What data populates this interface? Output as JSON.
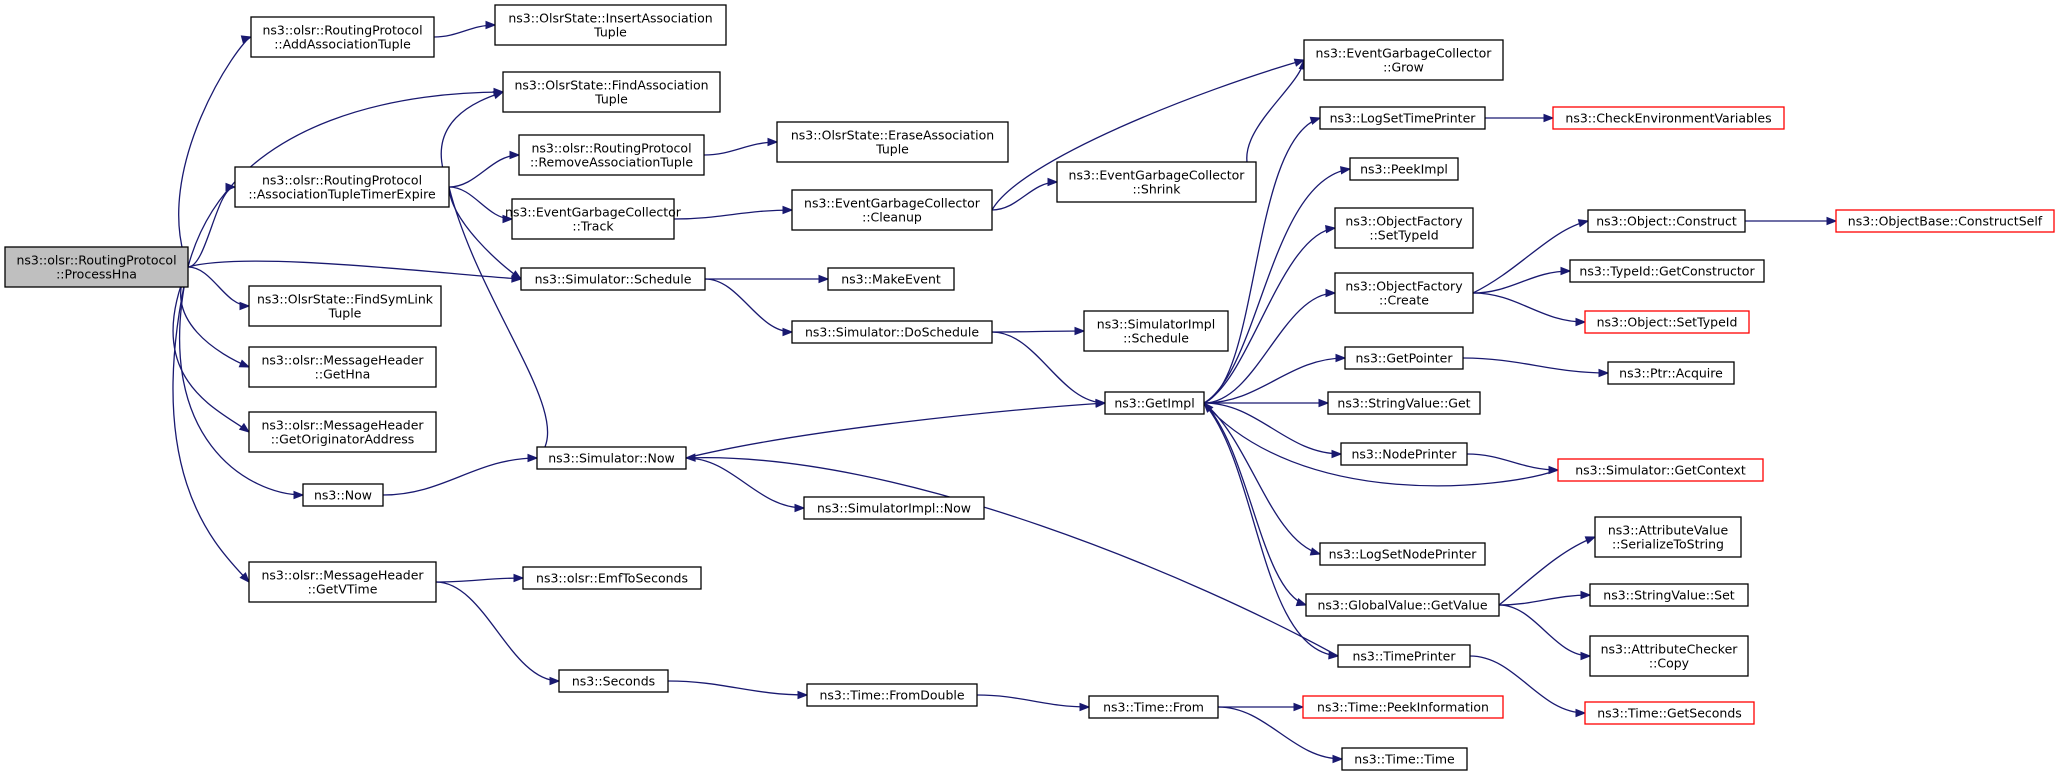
{
  "graph": {
    "title": "",
    "colors": {
      "edge": "#191970",
      "node_border": "#000000",
      "truncated_border": "#ff0000",
      "root_fill": "#bfbfbf",
      "node_fill": "#ffffff"
    },
    "nodes": [
      {
        "id": "process_hna",
        "lines": [
          "ns3::olsr::RoutingProtocol",
          "::ProcessHna"
        ],
        "kind": "root"
      },
      {
        "id": "add_assoc_tuple",
        "lines": [
          "ns3::olsr::RoutingProtocol",
          "::AddAssociationTuple"
        ],
        "kind": "normal"
      },
      {
        "id": "insert_assoc",
        "lines": [
          "ns3::OlsrState::InsertAssociation",
          "Tuple"
        ],
        "kind": "normal"
      },
      {
        "id": "find_assoc",
        "lines": [
          "ns3::OlsrState::FindAssociation",
          "Tuple"
        ],
        "kind": "normal"
      },
      {
        "id": "assoc_timer_expire",
        "lines": [
          "ns3::olsr::RoutingProtocol",
          "::AssociationTupleTimerExpire"
        ],
        "kind": "normal"
      },
      {
        "id": "remove_assoc",
        "lines": [
          "ns3::olsr::RoutingProtocol",
          "::RemoveAssociationTuple"
        ],
        "kind": "normal"
      },
      {
        "id": "erase_assoc",
        "lines": [
          "ns3::OlsrState::EraseAssociation",
          "Tuple"
        ],
        "kind": "normal"
      },
      {
        "id": "egc_track",
        "lines": [
          "ns3::EventGarbageCollector",
          "::Track"
        ],
        "kind": "normal"
      },
      {
        "id": "egc_cleanup",
        "lines": [
          "ns3::EventGarbageCollector",
          "::Cleanup"
        ],
        "kind": "normal"
      },
      {
        "id": "egc_shrink",
        "lines": [
          "ns3::EventGarbageCollector",
          "::Shrink"
        ],
        "kind": "normal"
      },
      {
        "id": "egc_grow",
        "lines": [
          "ns3::EventGarbageCollector",
          "::Grow"
        ],
        "kind": "normal"
      },
      {
        "id": "sim_schedule",
        "lines": [
          "ns3::Simulator::Schedule"
        ],
        "kind": "normal"
      },
      {
        "id": "make_event",
        "lines": [
          "ns3::MakeEvent"
        ],
        "kind": "normal"
      },
      {
        "id": "sim_doschedule",
        "lines": [
          "ns3::Simulator::DoSchedule"
        ],
        "kind": "normal"
      },
      {
        "id": "simimpl_schedule",
        "lines": [
          "ns3::SimulatorImpl",
          "::Schedule"
        ],
        "kind": "normal"
      },
      {
        "id": "find_symlink",
        "lines": [
          "ns3::OlsrState::FindSymLink",
          "Tuple"
        ],
        "kind": "normal"
      },
      {
        "id": "get_hna",
        "lines": [
          "ns3::olsr::MessageHeader",
          "::GetHna"
        ],
        "kind": "normal"
      },
      {
        "id": "get_originator",
        "lines": [
          "ns3::olsr::MessageHeader",
          "::GetOriginatorAddress"
        ],
        "kind": "normal"
      },
      {
        "id": "now",
        "lines": [
          "ns3::Now"
        ],
        "kind": "normal"
      },
      {
        "id": "sim_now",
        "lines": [
          "ns3::Simulator::Now"
        ],
        "kind": "normal"
      },
      {
        "id": "simimpl_now",
        "lines": [
          "ns3::SimulatorImpl::Now"
        ],
        "kind": "normal"
      },
      {
        "id": "get_vtime",
        "lines": [
          "ns3::olsr::MessageHeader",
          "::GetVTime"
        ],
        "kind": "normal"
      },
      {
        "id": "emf_to_seconds",
        "lines": [
          "ns3::olsr::EmfToSeconds"
        ],
        "kind": "normal"
      },
      {
        "id": "seconds",
        "lines": [
          "ns3::Seconds"
        ],
        "kind": "normal"
      },
      {
        "id": "time_fromdouble",
        "lines": [
          "ns3::Time::FromDouble"
        ],
        "kind": "normal"
      },
      {
        "id": "time_from",
        "lines": [
          "ns3::Time::From"
        ],
        "kind": "normal"
      },
      {
        "id": "time_peekinfo",
        "lines": [
          "ns3::Time::PeekInformation"
        ],
        "kind": "truncated"
      },
      {
        "id": "time_time",
        "lines": [
          "ns3::Time::Time"
        ],
        "kind": "normal"
      },
      {
        "id": "get_impl",
        "lines": [
          "ns3::GetImpl"
        ],
        "kind": "normal"
      },
      {
        "id": "logset_timeprinter",
        "lines": [
          "ns3::LogSetTimePrinter"
        ],
        "kind": "normal"
      },
      {
        "id": "check_env",
        "lines": [
          "ns3::CheckEnvironmentVariables"
        ],
        "kind": "truncated"
      },
      {
        "id": "peek_impl",
        "lines": [
          "ns3::PeekImpl"
        ],
        "kind": "normal"
      },
      {
        "id": "of_settypeid",
        "lines": [
          "ns3::ObjectFactory",
          "::SetTypeId"
        ],
        "kind": "normal"
      },
      {
        "id": "of_create",
        "lines": [
          "ns3::ObjectFactory",
          "::Create"
        ],
        "kind": "normal"
      },
      {
        "id": "obj_construct",
        "lines": [
          "ns3::Object::Construct"
        ],
        "kind": "normal"
      },
      {
        "id": "objbase_constructself",
        "lines": [
          "ns3::ObjectBase::ConstructSelf"
        ],
        "kind": "truncated"
      },
      {
        "id": "typeid_getconstructor",
        "lines": [
          "ns3::TypeId::GetConstructor"
        ],
        "kind": "normal"
      },
      {
        "id": "obj_settypeid",
        "lines": [
          "ns3::Object::SetTypeId"
        ],
        "kind": "truncated"
      },
      {
        "id": "get_pointer",
        "lines": [
          "ns3::GetPointer"
        ],
        "kind": "normal"
      },
      {
        "id": "ptr_acquire",
        "lines": [
          "ns3::Ptr::Acquire"
        ],
        "kind": "normal"
      },
      {
        "id": "stringvalue_get",
        "lines": [
          "ns3::StringValue::Get"
        ],
        "kind": "normal"
      },
      {
        "id": "node_printer",
        "lines": [
          "ns3::NodePrinter"
        ],
        "kind": "normal"
      },
      {
        "id": "sim_getcontext",
        "lines": [
          "ns3::Simulator::GetContext"
        ],
        "kind": "truncated"
      },
      {
        "id": "logset_nodeprinter",
        "lines": [
          "ns3::LogSetNodePrinter"
        ],
        "kind": "normal"
      },
      {
        "id": "gv_getvalue",
        "lines": [
          "ns3::GlobalValue::GetValue"
        ],
        "kind": "normal"
      },
      {
        "id": "av_serialize",
        "lines": [
          "ns3::AttributeValue",
          "::SerializeToString"
        ],
        "kind": "normal"
      },
      {
        "id": "stringvalue_set",
        "lines": [
          "ns3::StringValue::Set"
        ],
        "kind": "normal"
      },
      {
        "id": "ac_copy",
        "lines": [
          "ns3::AttributeChecker",
          "::Copy"
        ],
        "kind": "normal"
      },
      {
        "id": "time_printer",
        "lines": [
          "ns3::TimePrinter"
        ],
        "kind": "normal"
      },
      {
        "id": "time_getseconds",
        "lines": [
          "ns3::Time::GetSeconds"
        ],
        "kind": "truncated"
      }
    ],
    "edges": [
      [
        "process_hna",
        "add_assoc_tuple"
      ],
      [
        "process_hna",
        "find_assoc"
      ],
      [
        "process_hna",
        "assoc_timer_expire"
      ],
      [
        "process_hna",
        "sim_schedule"
      ],
      [
        "process_hna",
        "find_symlink"
      ],
      [
        "process_hna",
        "get_hna"
      ],
      [
        "process_hna",
        "get_originator"
      ],
      [
        "process_hna",
        "now"
      ],
      [
        "process_hna",
        "get_vtime"
      ],
      [
        "add_assoc_tuple",
        "insert_assoc"
      ],
      [
        "assoc_timer_expire",
        "find_assoc"
      ],
      [
        "assoc_timer_expire",
        "remove_assoc"
      ],
      [
        "assoc_timer_expire",
        "egc_track"
      ],
      [
        "assoc_timer_expire",
        "sim_schedule"
      ],
      [
        "assoc_timer_expire",
        "sim_now"
      ],
      [
        "remove_assoc",
        "erase_assoc"
      ],
      [
        "egc_track",
        "egc_cleanup"
      ],
      [
        "egc_cleanup",
        "egc_shrink"
      ],
      [
        "egc_cleanup",
        "egc_grow"
      ],
      [
        "egc_shrink",
        "egc_grow"
      ],
      [
        "sim_schedule",
        "make_event"
      ],
      [
        "sim_schedule",
        "sim_doschedule"
      ],
      [
        "sim_doschedule",
        "simimpl_schedule"
      ],
      [
        "sim_doschedule",
        "get_impl"
      ],
      [
        "now",
        "sim_now"
      ],
      [
        "sim_now",
        "get_impl"
      ],
      [
        "sim_now",
        "simimpl_now"
      ],
      [
        "get_vtime",
        "emf_to_seconds"
      ],
      [
        "get_vtime",
        "seconds"
      ],
      [
        "seconds",
        "time_fromdouble"
      ],
      [
        "time_fromdouble",
        "time_from"
      ],
      [
        "time_from",
        "time_peekinfo"
      ],
      [
        "time_from",
        "time_time"
      ],
      [
        "get_impl",
        "logset_timeprinter"
      ],
      [
        "get_impl",
        "peek_impl"
      ],
      [
        "get_impl",
        "of_settypeid"
      ],
      [
        "get_impl",
        "of_create"
      ],
      [
        "get_impl",
        "get_pointer"
      ],
      [
        "get_impl",
        "stringvalue_get"
      ],
      [
        "get_impl",
        "node_printer"
      ],
      [
        "get_impl",
        "logset_nodeprinter"
      ],
      [
        "get_impl",
        "gv_getvalue"
      ],
      [
        "get_impl",
        "time_printer"
      ],
      [
        "logset_timeprinter",
        "check_env"
      ],
      [
        "of_create",
        "obj_construct"
      ],
      [
        "of_create",
        "typeid_getconstructor"
      ],
      [
        "of_create",
        "obj_settypeid"
      ],
      [
        "obj_construct",
        "objbase_constructself"
      ],
      [
        "get_pointer",
        "ptr_acquire"
      ],
      [
        "node_printer",
        "sim_getcontext"
      ],
      [
        "sim_getcontext",
        "get_impl"
      ],
      [
        "gv_getvalue",
        "av_serialize"
      ],
      [
        "gv_getvalue",
        "stringvalue_set"
      ],
      [
        "gv_getvalue",
        "ac_copy"
      ],
      [
        "time_printer",
        "sim_now"
      ],
      [
        "time_printer",
        "time_getseconds"
      ]
    ]
  }
}
